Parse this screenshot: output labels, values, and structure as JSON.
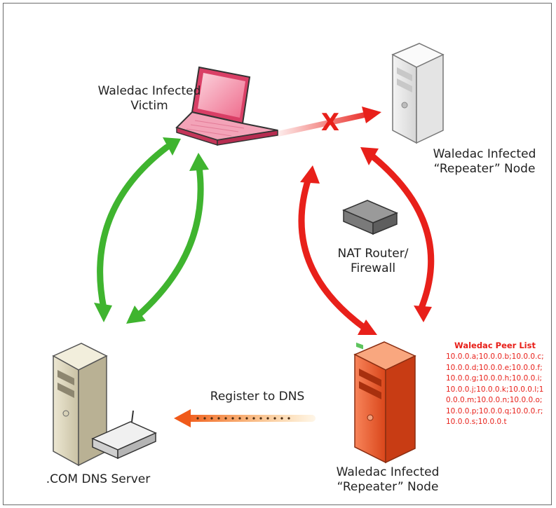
{
  "nodes": {
    "victim": {
      "label_line1": "Waledac Infected",
      "label_line2": "Victim"
    },
    "repeater_top": {
      "label_line1": "Waledac Infected",
      "label_line2": "“Repeater” Node"
    },
    "nat": {
      "label_line1": "NAT Router/",
      "label_line2": "Firewall"
    },
    "dns": {
      "label": ".COM DNS Server"
    },
    "repeater_bottom": {
      "label_line1": "Waledac Infected",
      "label_line2": "“Repeater” Node"
    }
  },
  "edges": {
    "blocked_mark": "X",
    "register": "Register to DNS"
  },
  "peer_list": {
    "title": "Waledac Peer List",
    "body": "10.0.0.a;10.0.0.b;10.0.0.c;10.0.0.d;10.0.0.e;10.0.0.f;10.0.0.g;10.0.0.h;10.0.0.i;10.0.0.j;10.0.0.k;10.0.0.l;10.0.0.m;10.0.0.n;10.0.0.o;10.0.0.p;10.0.0.q;10.0.0.r;10.0.0.s;10.0.0.t"
  },
  "colors": {
    "green_arrow": "#3fb42f",
    "red_arrow": "#e8201a",
    "peer_text": "#e8201a",
    "laptop": "#f06a8c",
    "server_orange": "#ee5a22"
  }
}
